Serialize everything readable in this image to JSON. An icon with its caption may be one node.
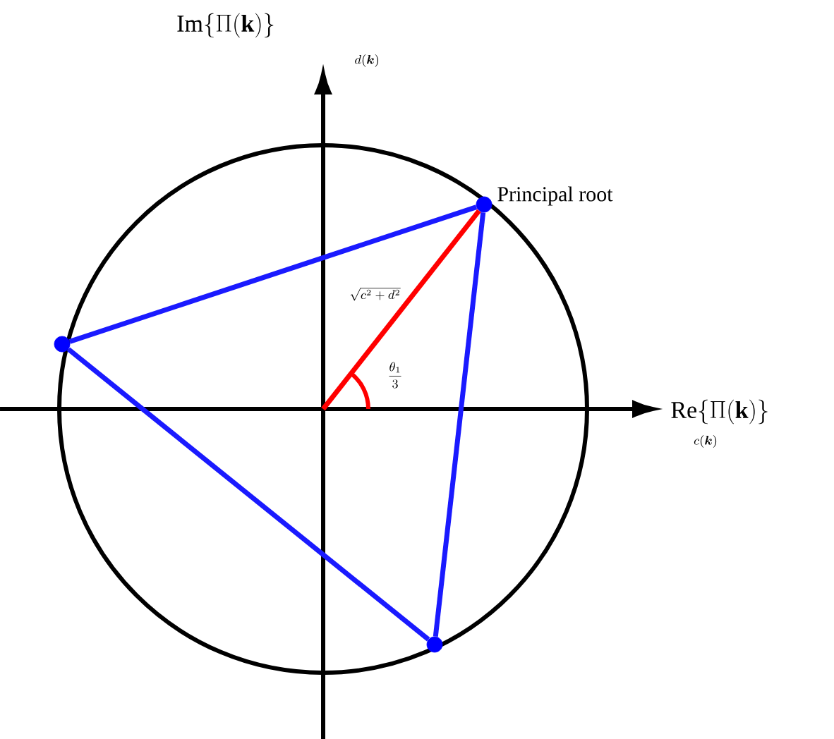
{
  "diagram": {
    "nodes": [
      {
        "text": [],
        "shape": "circle",
        "beside": [
          "Principal root"
        ]
      },
      {
        "text": [],
        "shape": "circle"
      },
      {
        "text": [],
        "shape": "circle"
      }
    ],
    "edges": [
      {
        "from": 0,
        "to": 1,
        "arrow": "none"
      },
      {
        "from": 1,
        "to": 2,
        "arrow": "none"
      },
      {
        "from": 2,
        "to": 0,
        "arrow": "none"
      },
      {
        "from": null,
        "to": 0,
        "arrow": "none",
        "color": "#ff0000",
        "label": "\\sqrt{c^2+d^2}"
      }
    ],
    "labels": [
      "\\mathrm{Im}\\{\\Pi(\\mathbf{k})\\}",
      "d(\\boldsymbol{k})",
      "\\mathrm{Re}\\{\\Pi(\\mathbf{k})\\}",
      "c(\\boldsymbol{k})",
      "\\frac{\\theta_1}{3}"
    ]
  }
}
